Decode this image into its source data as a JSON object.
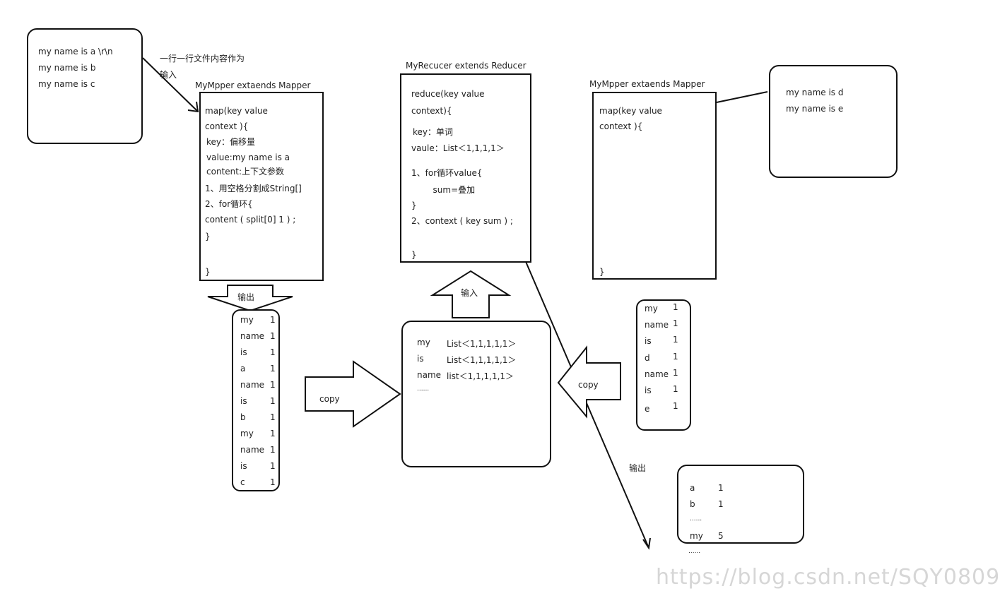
{
  "input_box1": {
    "lines": [
      "my name is a \\r\\n",
      "my name is b",
      "my name is c"
    ]
  },
  "input_note": {
    "line1": "一行一行文件内容作为",
    "line2": "输入"
  },
  "mapper1": {
    "title": "MyMpper extaends Mapper",
    "lines": [
      "map(key value",
      "context ){",
      "key：偏移量",
      "value:my name is a",
      "content:上下文参数",
      "1、用空格分割成String[]",
      "2、for循环{",
      "content ( split[0] 1 ) ;",
      "}",
      "",
      "}"
    ]
  },
  "reducer": {
    "title": "MyRecucer extends Reducer",
    "lines": [
      "reduce(key value",
      "context){",
      "key：单词",
      "vaule：List＜1,1,1,1＞",
      "1、for循环value{",
      "        sum=叠加",
      "}",
      "2、context ( key sum ) ;",
      "}"
    ]
  },
  "mapper2": {
    "title": "MyMpper extaends Mapper",
    "lines": [
      "map(key value",
      "context ){",
      "}"
    ]
  },
  "input_box2": {
    "lines": [
      "my name is d",
      "my name is e"
    ]
  },
  "arrow_out1": {
    "label": "输出"
  },
  "arrow_in": {
    "label": "输入"
  },
  "list1": {
    "rows": [
      [
        "my",
        "1"
      ],
      [
        "name",
        "1"
      ],
      [
        "is",
        "1"
      ],
      [
        "a",
        "1"
      ],
      [
        "name",
        "1"
      ],
      [
        "is",
        "1"
      ],
      [
        "b",
        "1"
      ],
      [
        "my",
        "1"
      ],
      [
        "name",
        "1"
      ],
      [
        "is",
        "1"
      ],
      [
        "c",
        "1"
      ]
    ]
  },
  "copy_left": {
    "label": "copy"
  },
  "copy_right": {
    "label": "copy"
  },
  "shuffle": {
    "rows": [
      [
        "my",
        "List＜1,1,1,1,1＞"
      ],
      [
        "is",
        "List＜1,1,1,1,1＞"
      ],
      [
        "name",
        "list＜1,1,1,1,1＞"
      ],
      [
        "......",
        ""
      ]
    ]
  },
  "list2": {
    "rows": [
      [
        "my",
        "1"
      ],
      [
        "name",
        "1"
      ],
      [
        "is",
        "1"
      ],
      [
        "d",
        "1"
      ],
      [
        "name",
        "1"
      ],
      [
        "is",
        "1"
      ],
      [
        "e",
        "1"
      ]
    ]
  },
  "output_label": "输出",
  "output_box": {
    "rows": [
      [
        "a",
        "1"
      ],
      [
        "b",
        "1"
      ],
      [
        "......",
        ""
      ],
      [
        "my",
        "5"
      ],
      [
        "......",
        ""
      ]
    ]
  },
  "watermark": "https://blog.csdn.net/SQY0809"
}
